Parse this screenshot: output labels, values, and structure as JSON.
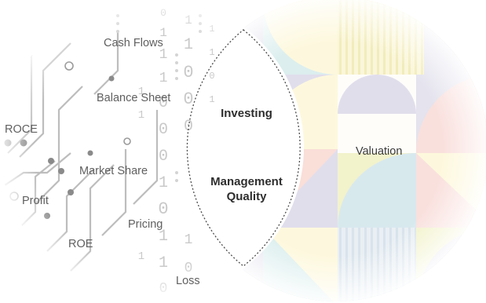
{
  "left_circle": {
    "labels": {
      "cash_flows": "Cash Flows",
      "balance_sheet": "Balance Sheet",
      "roce": "ROCE",
      "market_share": "Market Share",
      "profit": "Profit",
      "pricing": "Pricing",
      "roe": "ROE",
      "loss": "Loss"
    }
  },
  "right_circle": {
    "label": "Valuation",
    "palette": [
      "#f7c6c0",
      "#c9c6e6",
      "#e9eaa6",
      "#bfe3ea",
      "#f4e29a",
      "#f2b7b7",
      "#b9d9ea",
      "#fdf6c8"
    ]
  },
  "overlap": {
    "line1": "Investing",
    "line2a": "Management",
    "line2b": "Quality"
  }
}
